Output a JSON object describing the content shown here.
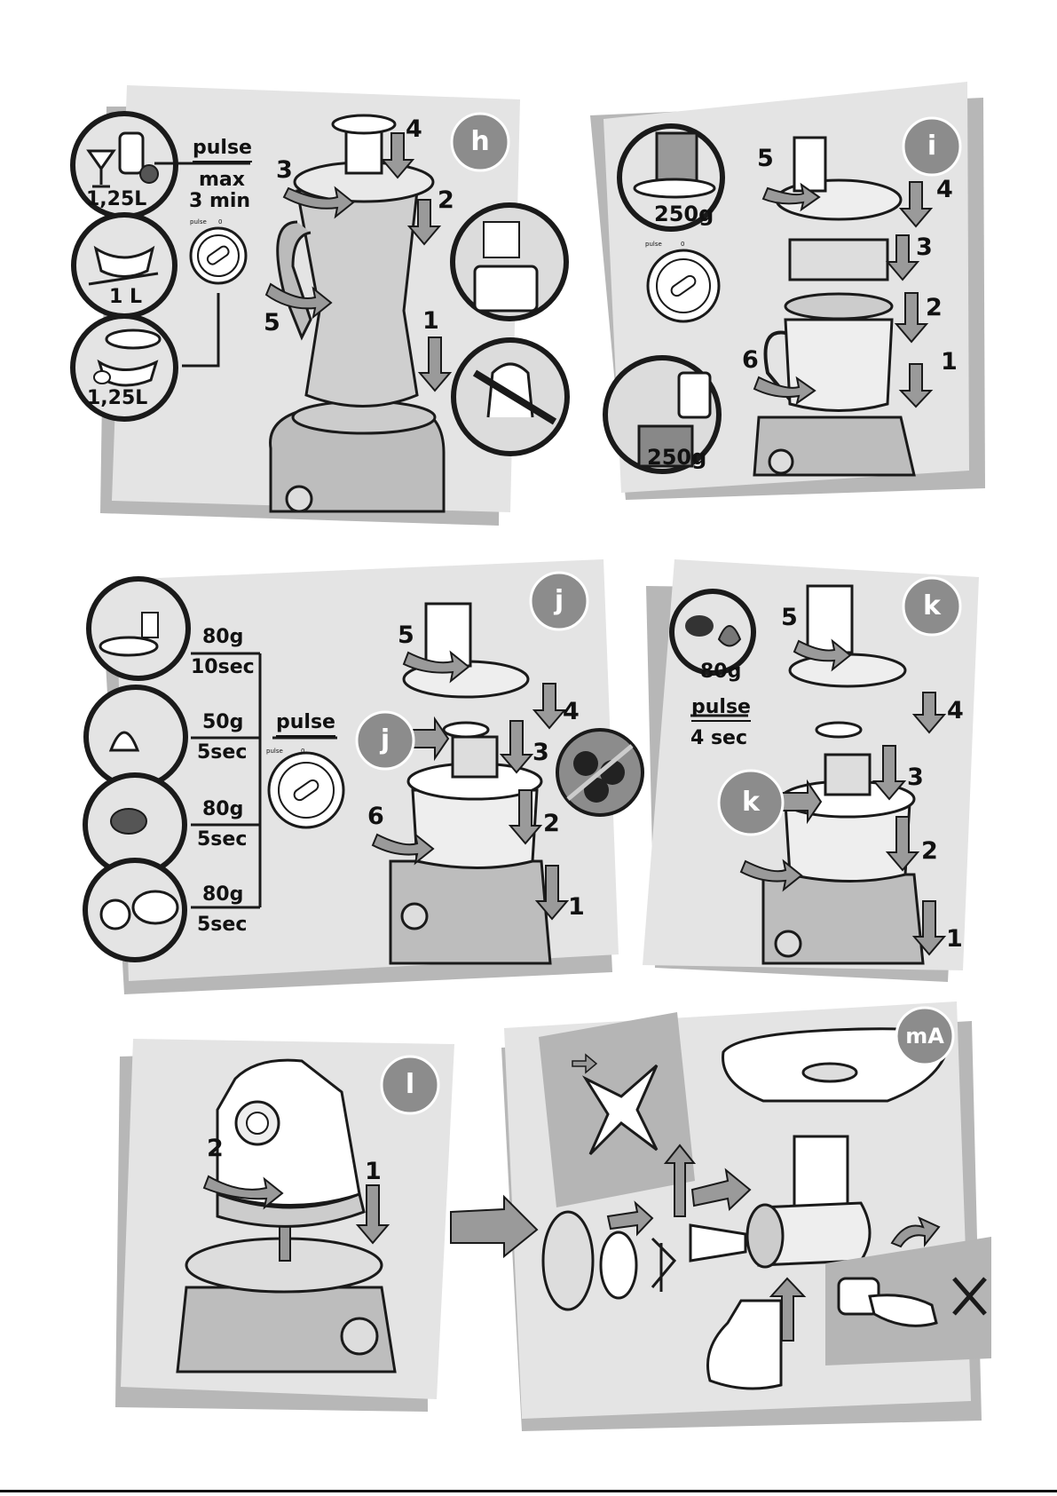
{
  "colors": {
    "panel_fill": "#e4e4e4",
    "panel_shadow": "#b7b7b7",
    "badge_fill": "#8c8c8c",
    "arrow_fill": "#9a9a9a",
    "outline": "#1a1a1a"
  },
  "panel_h": {
    "badge": "h",
    "quantities": [
      "1,25L",
      "1 L",
      "1,25L"
    ],
    "mode_top": "pulse",
    "mode_max": "max",
    "mode_time": "3 min",
    "dial_pulse": "pulse",
    "dial_zero": "0",
    "steps": [
      "1",
      "2",
      "3",
      "4",
      "5"
    ]
  },
  "panel_i": {
    "badge": "i",
    "quantities": [
      "250g",
      "250g"
    ],
    "dial_pulse": "pulse",
    "dial_zero": "0",
    "steps": [
      "1",
      "2",
      "3",
      "4",
      "5",
      "6"
    ]
  },
  "panel_j": {
    "badge": "j",
    "side_badge": "j",
    "weights": [
      "80g",
      "50g",
      "80g",
      "80g"
    ],
    "times": [
      "10sec",
      "5sec",
      "5sec",
      "5sec"
    ],
    "mode": "pulse",
    "dial_pulse": "pulse",
    "dial_zero": "0",
    "steps": [
      "1",
      "2",
      "3",
      "4",
      "5",
      "6"
    ]
  },
  "panel_k": {
    "badge": "k",
    "side_badge": "k",
    "weight": "80g",
    "mode": "pulse",
    "time": "4 sec",
    "steps": [
      "1",
      "2",
      "3",
      "4",
      "5"
    ]
  },
  "panel_l": {
    "badge": "l",
    "steps": [
      "1",
      "2"
    ]
  },
  "panel_ma": {
    "badge": "mA"
  }
}
